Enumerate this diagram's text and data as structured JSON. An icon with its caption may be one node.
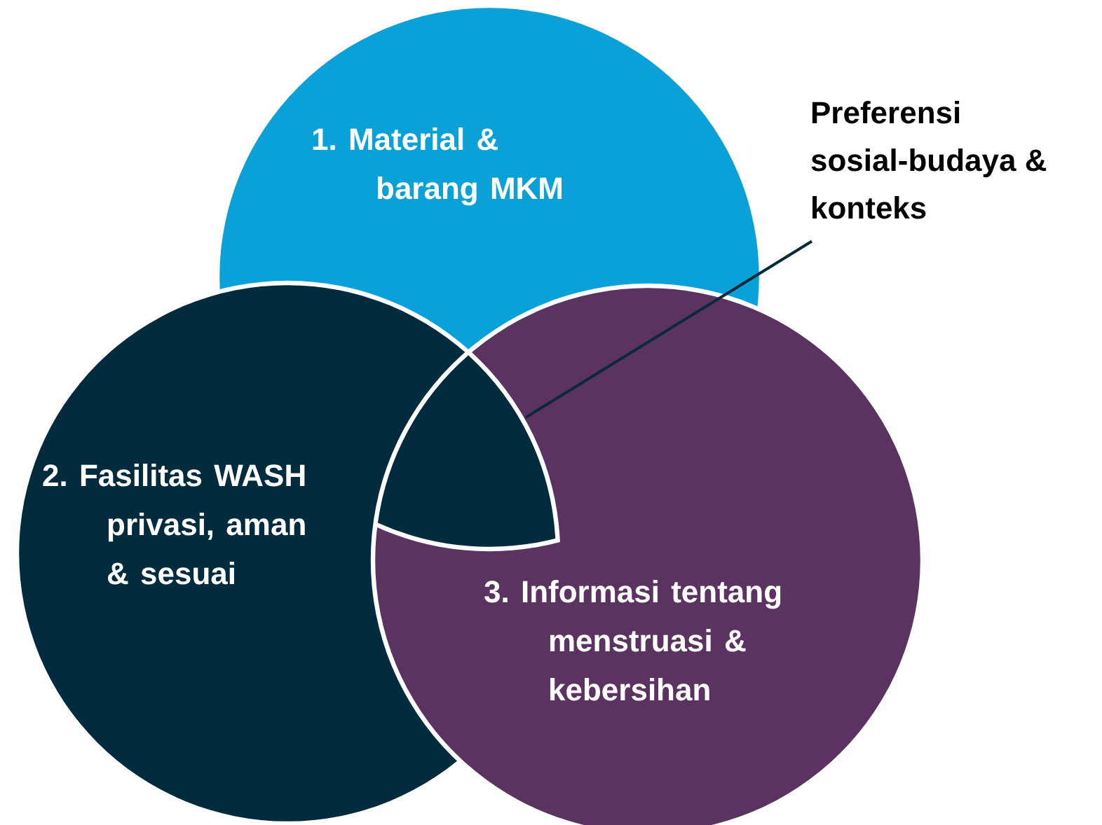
{
  "diagram": {
    "nodes": [
      {
        "text": [
          "1. Material & barang MKM"
        ]
      },
      {
        "text": [
          "2. Fasilitas WASH privasi, aman & sesuai"
        ]
      },
      {
        "text": [
          "3. Informasi tentang menstruasi & kebersihan"
        ]
      },
      {
        "text": [
          "Preferensi sosial-budaya & konteks"
        ]
      },
      {
        "text": [],
        "shape": "region"
      }
    ],
    "edges": [
      {
        "from": 3,
        "to": 4,
        "arrow": "none"
      }
    ]
  }
}
